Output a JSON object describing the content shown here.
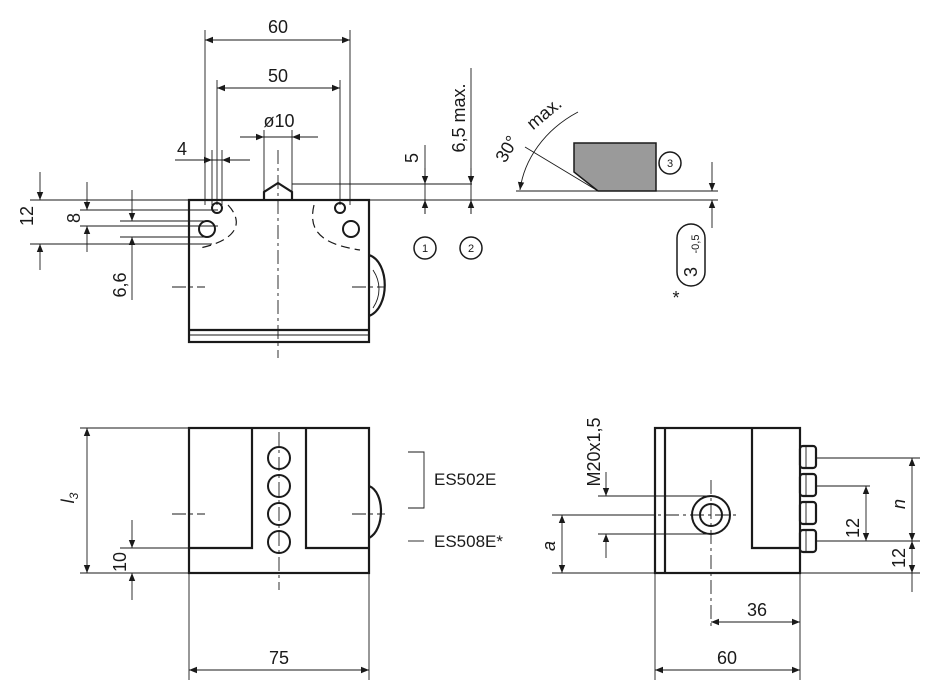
{
  "top_view": {
    "dims": {
      "d60": "60",
      "d50": "50",
      "d10": "ø10",
      "d4": "4",
      "d5": "5",
      "d65": "6,5 max.",
      "d12": "12",
      "d8": "8",
      "d66": "6,6"
    },
    "markers": {
      "m1": "1",
      "m2": "2",
      "m3": "3"
    },
    "angle_label": "30°",
    "angle_max": "max.",
    "tolerance": {
      "value": "3",
      "sub": "-0,5",
      "star": "*"
    }
  },
  "front_view": {
    "dims": {
      "l3": "l",
      "l3_sub": "3",
      "d10": "10",
      "d75": "75"
    },
    "variants": {
      "es502e": "ES502E",
      "es508e": "ES508E*"
    }
  },
  "side_view": {
    "dims": {
      "thread": "M20x1,5",
      "a": "a",
      "n": "n",
      "d12a": "12",
      "d12b": "12",
      "d36": "36",
      "d60": "60"
    }
  }
}
